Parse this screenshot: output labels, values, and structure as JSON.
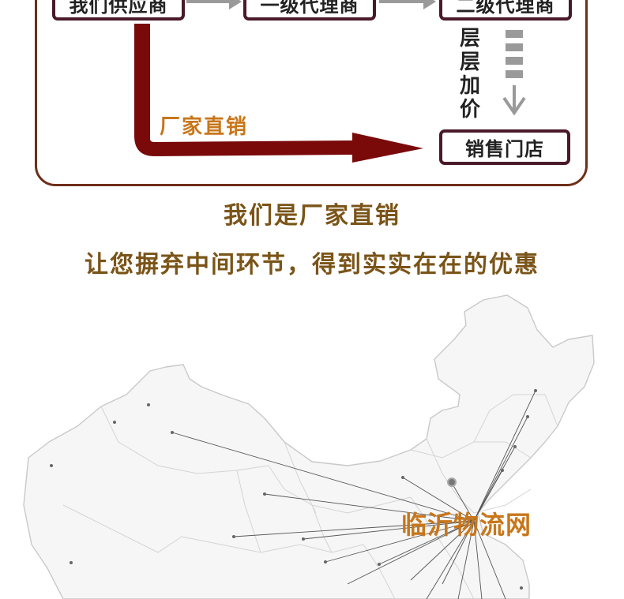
{
  "flow": {
    "supplier": "我们供应商",
    "agent1": "一级代理商",
    "agent2": "二级代理商",
    "store": "销售门店",
    "markup_chars": [
      "层",
      "层",
      "加",
      "价"
    ],
    "direct_label": "厂家直销"
  },
  "headline": "我们是厂家直销",
  "subheadline": "让您摒弃中间环节，得到实实在在的优惠",
  "map": {
    "hub_label": "临沂物流网"
  },
  "colors": {
    "frame": "#6e2e1a",
    "box_border": "#4a1a2a",
    "dark_red_arrow": "#7a0a0a",
    "gold_text": "#7a5418",
    "orange_text": "#c8761a",
    "grey_arrow": "#9a9a9a"
  }
}
